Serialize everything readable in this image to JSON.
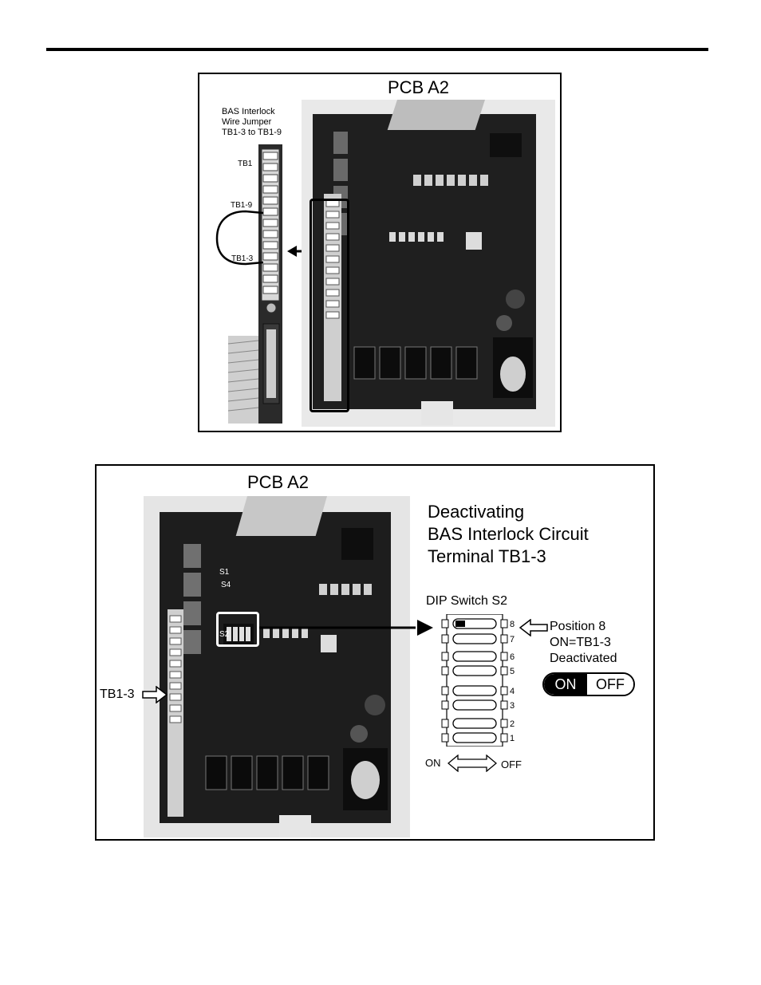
{
  "figure1": {
    "title": "PCB A2",
    "inset_caption_line1": "BAS Interlock",
    "inset_caption_line2": "Wire Jumper",
    "inset_caption_line3": "TB1-3 to TB1-9",
    "label_tb1": "TB1",
    "label_tb1_9": "TB1-9",
    "label_tb1_3": "TB1-3"
  },
  "figure2": {
    "title": "PCB A2",
    "heading_line1": "Deactivating",
    "heading_line2": "BAS Interlock Circuit",
    "heading_line3": "Terminal  TB1-3",
    "dip_title": "DIP Switch S2",
    "positions": [
      "8",
      "7",
      "6",
      "5",
      "4",
      "3",
      "2",
      "1"
    ],
    "on_label": "ON",
    "off_label": "OFF",
    "callout_line1": "Position 8",
    "callout_line2": "ON=TB1-3",
    "callout_line3": "Deactivated",
    "toggle_on": "ON",
    "toggle_off": "OFF",
    "tb1_3_label": "TB1-3",
    "board_s1": "S1",
    "board_s4": "S4",
    "board_s2": "S2"
  }
}
